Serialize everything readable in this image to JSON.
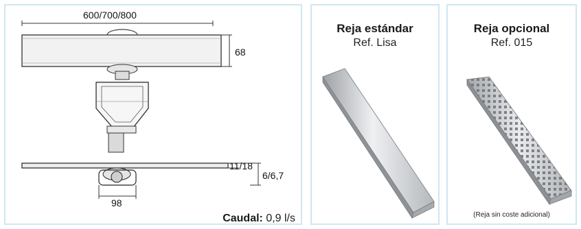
{
  "drawing": {
    "dim_width": "600/700/800",
    "dim_height": "68",
    "dim_flange": "11/18",
    "dim_depth": "6/6,7",
    "dim_outlet": "98",
    "flow_label": "Caudal:",
    "flow_value": "0,9 l/s"
  },
  "standard_grate": {
    "title": "Reja estándar",
    "ref": "Ref. Lisa"
  },
  "optional_grate": {
    "title": "Reja opcional",
    "ref": "Ref. 015",
    "note": "(Reja sin coste adicional)"
  },
  "colors": {
    "border": "#cfe6f2",
    "steel": "#c7c9cc"
  }
}
